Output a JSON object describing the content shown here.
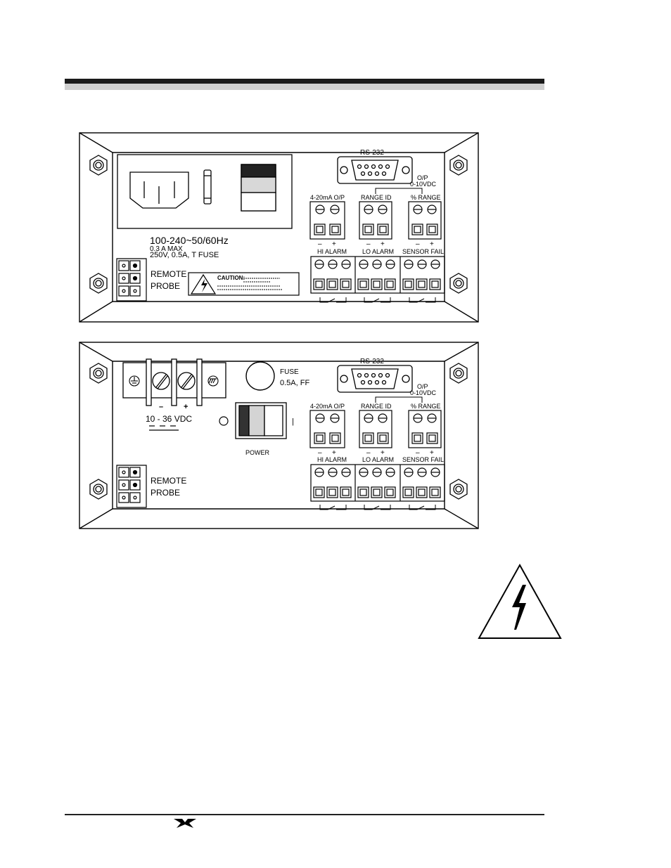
{
  "panel_ac": {
    "rs232": "RS-232",
    "op": "O/P",
    "op_range": "0-10VDC",
    "ma_op": "4-20mA O/P",
    "range_id": "RANGE ID",
    "pct_range": "% RANGE",
    "minus": "–",
    "plus": "+",
    "hi_alarm": "HI  ALARM",
    "lo_alarm": "LO  ALARM",
    "sensor_fail": "SENSOR FAIL",
    "rating_line1": "100-240~50/60Hz",
    "rating_line2": "0.3 A MAX",
    "rating_line3": "250V, 0.5A, T FUSE",
    "remote": "REMOTE",
    "probe": "PROBE",
    "caution": "CAUTION:"
  },
  "panel_dc": {
    "rs232": "RS-232",
    "op": "O/P",
    "op_range": "0-10VDC",
    "ma_op": "4-20mA O/P",
    "range_id": "RANGE ID",
    "pct_range": "% RANGE",
    "minus": "–",
    "plus": "+",
    "hi_alarm": "HI  ALARM",
    "lo_alarm": "LO  ALARM",
    "sensor_fail": "SENSOR FAIL",
    "fuse": "FUSE",
    "fuse_rating": "0.5A, FF",
    "voltage": "10 - 36 VDC",
    "power": "POWER",
    "remote": "REMOTE",
    "probe": "PROBE",
    "off_mark": "|"
  },
  "icons": [
    "hex-nut-icon",
    "iec-power-inlet-icon",
    "fuse-icon",
    "rocker-switch-icon",
    "db9-connector-icon",
    "terminal-block-icon",
    "molex-connector-icon",
    "high-voltage-warning-icon",
    "ground-symbol-icon",
    "teledyne-logo-icon"
  ]
}
